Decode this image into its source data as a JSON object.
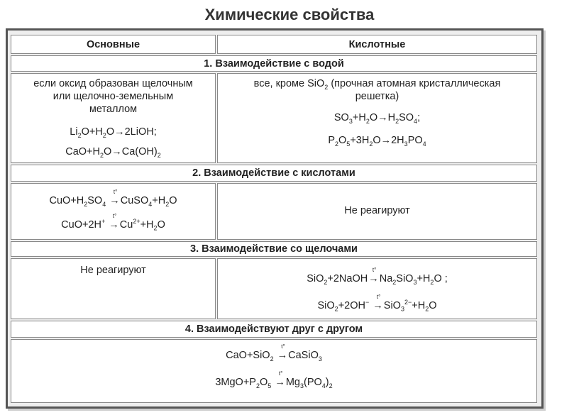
{
  "title": "Химические свойства",
  "columns": {
    "basic": "Основные",
    "acidic": "Кислотные"
  },
  "sections": [
    {
      "heading": "1. Взаимодействие с водой",
      "basic_text": [
        "если оксид образован щелочным",
        "или щелочно-земельным",
        "металлом"
      ],
      "basic_eqs": [
        "Li₂O+H₂O→2LiOH;",
        "CaO+H₂O→Ca(OH)₂"
      ],
      "acidic_text": [
        "все, кроме SiO₂ (прочная атомная кристаллическая",
        "решетка)"
      ],
      "acidic_eqs": [
        "SO₃+H₂O→H₂SO₄;",
        "P₂O₅+3H₂O→2H₃PO₄"
      ]
    },
    {
      "heading": "2. Взаимодействие с кислотами",
      "basic_eqs": [
        "CuO+H₂SO₄ →t° CuSO₄+H₂O",
        "CuO+2H⁺ →t° Cu²⁺+H₂O"
      ],
      "acidic_text": "Не реагируют"
    },
    {
      "heading": "3. Взаимодействие со щелочами",
      "basic_text": "Не реагируют",
      "acidic_eqs": [
        "SiO₂+2NaOH →t° Na₂SiO₃+H₂O ;",
        "SiO₂+2OH⁻ →t° SiO₃²⁻+H₂O"
      ]
    },
    {
      "heading": "4. Взаимодействуют друг с другом",
      "eqs": [
        "CaO+SiO₂ →t° CaSiO₃",
        "3MgO+P₂O₅ →t° Mg₃(PO₄)₂"
      ]
    }
  ]
}
